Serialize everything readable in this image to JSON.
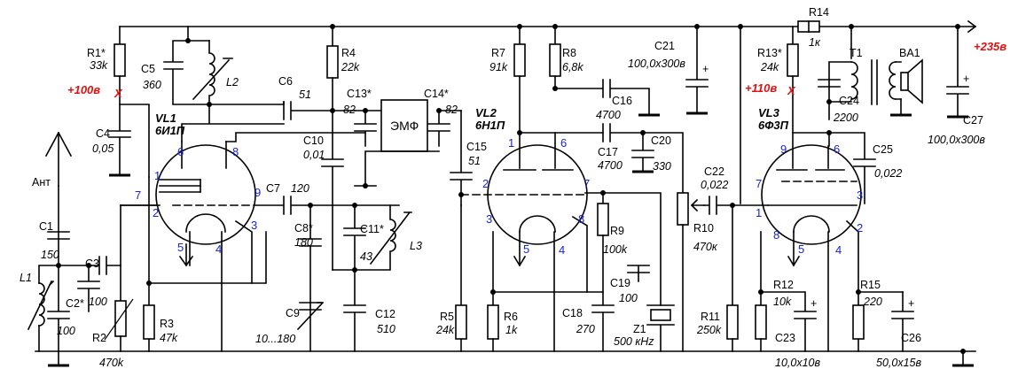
{
  "supply": {
    "plus": "+235в",
    "v100": "+100в",
    "v110": "+110в",
    "x": "X"
  },
  "antenna": {
    "label": "Ант"
  },
  "tubes": {
    "vl1": {
      "ref": "VL1",
      "type": "6И1П"
    },
    "vl2": {
      "ref": "VL2",
      "type": "6Н1П"
    },
    "vl3": {
      "ref": "VL3",
      "type": "6Ф3П"
    }
  },
  "emf": {
    "label": "ЭМФ"
  },
  "components": {
    "r1": {
      "ref": "R1*",
      "value": "33k"
    },
    "r2": {
      "ref": "R2",
      "value": "470k"
    },
    "r3": {
      "ref": "R3",
      "value": "47k"
    },
    "r4": {
      "ref": "R4",
      "value": "22k"
    },
    "r5": {
      "ref": "R5",
      "value": "24k"
    },
    "r6": {
      "ref": "R6",
      "value": "1k"
    },
    "r7": {
      "ref": "R7",
      "value": "91k"
    },
    "r8": {
      "ref": "R8",
      "value": "6,8k"
    },
    "r9": {
      "ref": "R9",
      "value": "100k"
    },
    "r10": {
      "ref": "R10",
      "value": "470к"
    },
    "r11": {
      "ref": "R11",
      "value": "250k"
    },
    "r12": {
      "ref": "R12",
      "value": "10k"
    },
    "r13": {
      "ref": "R13*",
      "value": "24k"
    },
    "r14": {
      "ref": "R14",
      "value": "1к"
    },
    "r15": {
      "ref": "R15",
      "value": "220"
    },
    "c1": {
      "ref": "C1",
      "value": "150"
    },
    "c2": {
      "ref": "C2*",
      "value": "100"
    },
    "c3": {
      "ref": "C3",
      "value": "100"
    },
    "c4": {
      "ref": "C4",
      "value": "0,05"
    },
    "c5": {
      "ref": "C5",
      "value": "360"
    },
    "c6": {
      "ref": "C6",
      "value": "51"
    },
    "c7": {
      "ref": "C7",
      "value": "120"
    },
    "c8": {
      "ref": "C8*",
      "value": "180"
    },
    "c9": {
      "ref": "C9",
      "value": "10...180"
    },
    "c10": {
      "ref": "C10",
      "value": "0,01"
    },
    "c11": {
      "ref": "C11*",
      "value": "43"
    },
    "c12": {
      "ref": "C12",
      "value": "510"
    },
    "c13": {
      "ref": "C13*",
      "value": "82"
    },
    "c14": {
      "ref": "C14*",
      "value": "82"
    },
    "c15": {
      "ref": "C15",
      "value": "51"
    },
    "c16": {
      "ref": "C16",
      "value": "4700"
    },
    "c17": {
      "ref": "C17",
      "value": "4700"
    },
    "c18": {
      "ref": "C18",
      "value": "270"
    },
    "c19": {
      "ref": "C19",
      "value": "100"
    },
    "c20": {
      "ref": "C20",
      "value": "330"
    },
    "c21": {
      "ref": "C21",
      "value": "100,0x300в"
    },
    "c22": {
      "ref": "C22",
      "value": "0,022"
    },
    "c23": {
      "ref": "C23",
      "value": "10,0x10в"
    },
    "c24": {
      "ref": "C24",
      "value": "2200"
    },
    "c25": {
      "ref": "C25",
      "value": "0,022"
    },
    "c26": {
      "ref": "C26",
      "value": "50,0x15в"
    },
    "c27": {
      "ref": "C27",
      "value": "100,0x300в"
    },
    "l1": {
      "ref": "L1"
    },
    "l2": {
      "ref": "L2"
    },
    "l3": {
      "ref": "L3"
    },
    "t1": {
      "ref": "T1"
    },
    "ba1": {
      "ref": "BA1"
    },
    "z1": {
      "ref": "Z1",
      "value": "500 кHz"
    }
  },
  "pins": {
    "vl1": [
      "1",
      "2",
      "3",
      "4",
      "5",
      "6",
      "7",
      "8",
      "9"
    ],
    "vl2": [
      "1",
      "2",
      "3",
      "4",
      "5",
      "6",
      "7",
      "8"
    ],
    "vl3": [
      "1",
      "2",
      "3",
      "4",
      "5",
      "6",
      "7",
      "8",
      "9"
    ]
  }
}
